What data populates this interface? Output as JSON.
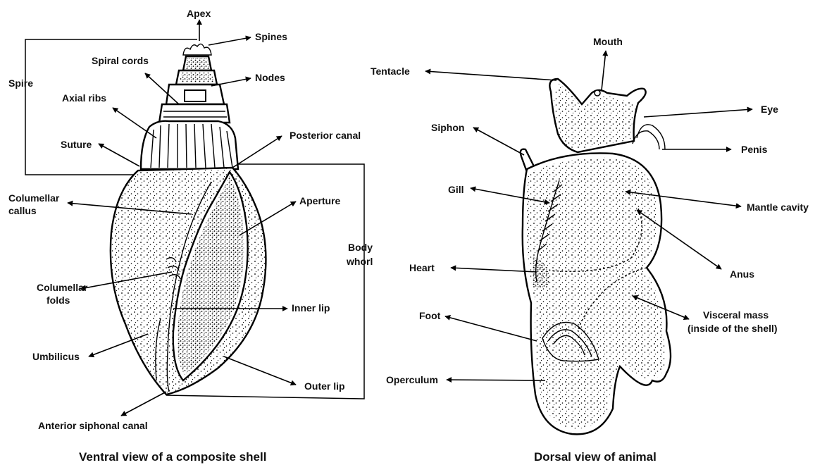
{
  "captions": {
    "left": "Ventral view of a composite shell",
    "right": "Dorsal view of animal"
  },
  "shell_labels": {
    "apex": "Apex",
    "spines": "Spines",
    "spiral_cords": "Spiral cords",
    "nodes": "Nodes",
    "spire": "Spire",
    "axial_ribs": "Axial ribs",
    "suture": "Suture",
    "posterior_canal": "Posterior canal",
    "columellar_callus_1": "Columellar",
    "columellar_callus_2": "callus",
    "aperture": "Aperture",
    "body_whorl_1": "Body",
    "body_whorl_2": "whorl",
    "columellar_folds_1": "Columellar",
    "columellar_folds_2": "folds",
    "inner_lip": "Inner lip",
    "umbilicus": "Umbilicus",
    "outer_lip": "Outer lip",
    "anterior_siphonal_canal": "Anterior siphonal canal"
  },
  "animal_labels": {
    "mouth": "Mouth",
    "tentacle": "Tentacle",
    "eye": "Eye",
    "siphon": "Siphon",
    "penis": "Penis",
    "gill": "Gill",
    "mantle_cavity": "Mantle cavity",
    "heart": "Heart",
    "anus": "Anus",
    "foot": "Foot",
    "visceral_mass_1": "Visceral mass",
    "visceral_mass_2": "(inside of the shell)",
    "operculum": "Operculum"
  },
  "colors": {
    "ink": "#000000",
    "background": "#ffffff"
  }
}
